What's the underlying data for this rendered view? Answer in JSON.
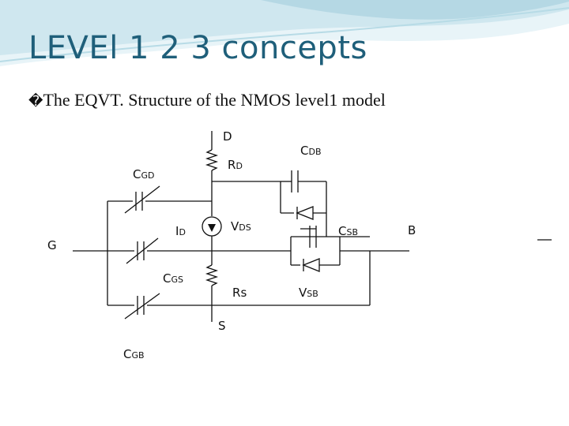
{
  "slide": {
    "title": "LEVEl 1 2 3 concepts",
    "bullet_glyph": "�",
    "bullet_text": "The EQVT. Structure of the NMOS level1 model"
  },
  "diagram": {
    "labels": {
      "D": "D",
      "G": "G",
      "S": "S",
      "B": "B",
      "RD_main": "R",
      "RD_sub": "D",
      "CGD_main": "C",
      "CGD_sub": "GD",
      "CDB_main": "C",
      "CDB_sub": "DB",
      "ID_main": "I",
      "ID_sub": "D",
      "VDS_main": "V",
      "VDS_sub": "DS",
      "CSB_main": "C",
      "CSB_sub": "SB",
      "CGS_main": "C",
      "CGS_sub": "GS",
      "Rs_main": "R",
      "Rs_sub": "s",
      "VSB_main": "V",
      "VSB_sub": "SB",
      "CGB_main": "C",
      "CGB_sub": "GB"
    }
  },
  "colors": {
    "title": "#1f5f7a",
    "header_wave": "#cfe7ef",
    "header_wave_dark": "#a9d1df",
    "wire": "#111111"
  }
}
